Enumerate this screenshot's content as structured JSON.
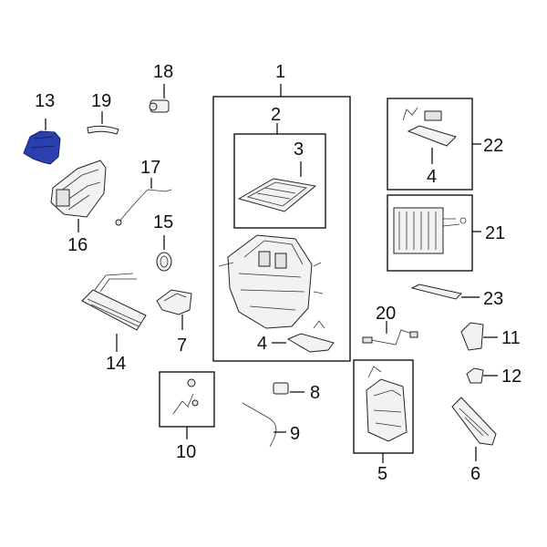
{
  "diagram": {
    "highlight_color": "#2b3fb0",
    "highlighted_part": "13",
    "labels": {
      "p1": "1",
      "p2": "2",
      "p3": "3",
      "p4a": "4",
      "p4b": "4",
      "p5": "5",
      "p6": "6",
      "p7": "7",
      "p8": "8",
      "p9": "9",
      "p10": "10",
      "p11": "11",
      "p12": "12",
      "p13": "13",
      "p14": "14",
      "p15": "15",
      "p16": "16",
      "p17": "17",
      "p18": "18",
      "p19": "19",
      "p20": "20",
      "p21": "21",
      "p22": "22",
      "p23": "23"
    }
  }
}
